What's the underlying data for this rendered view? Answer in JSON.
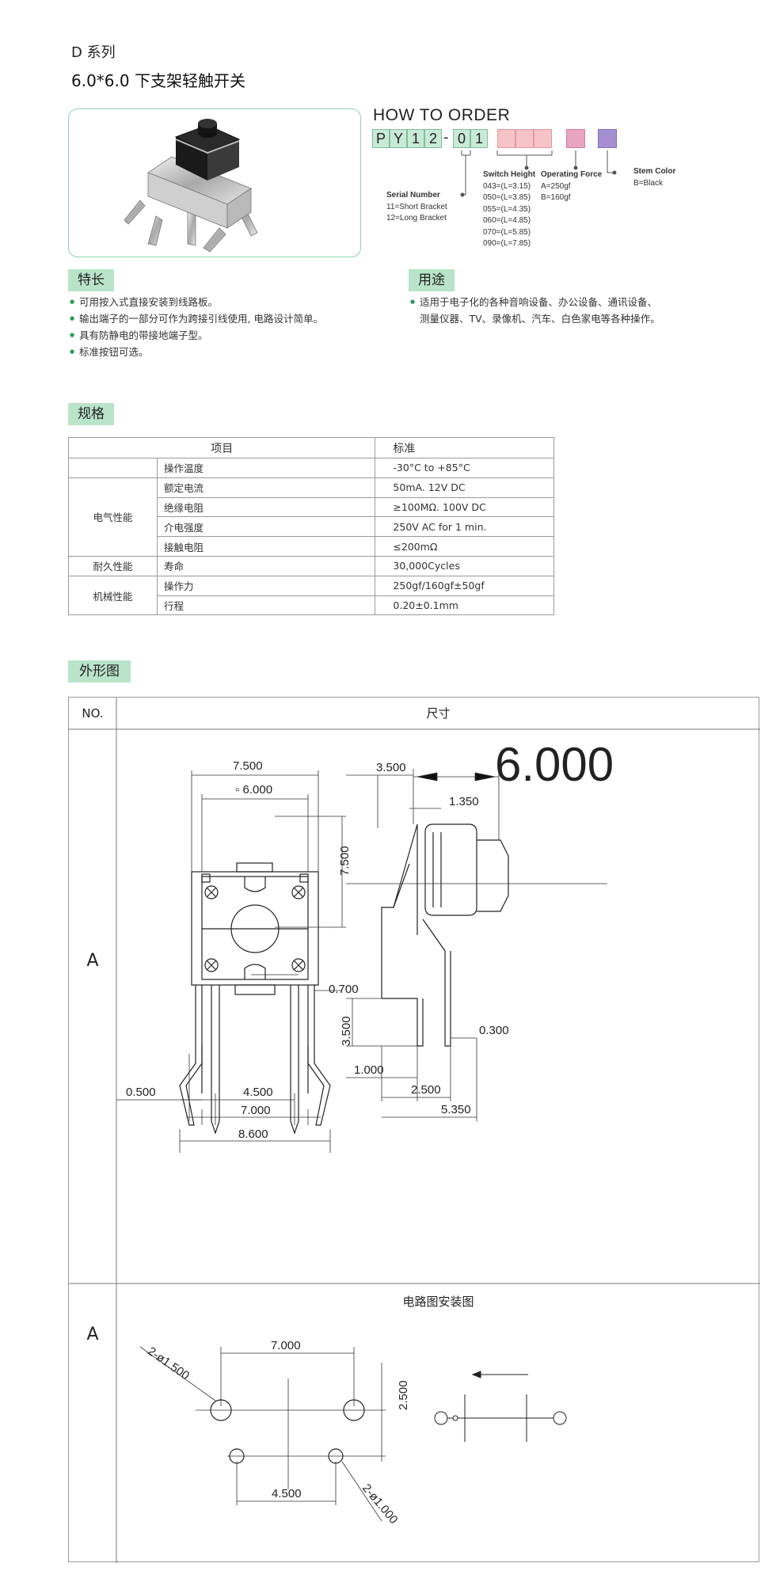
{
  "header": {
    "series": "D 系列",
    "title": "6.0*6.0 下支架轻触开关"
  },
  "order": {
    "heading": "HOW TO ORDER",
    "code": [
      "P",
      "Y",
      "1",
      "2",
      "0",
      "1"
    ],
    "dash": "-",
    "serial_title": "Serial Number",
    "serial_lines": [
      "11=Short Bracket",
      "12=Long Bracket"
    ],
    "height_title": "Switch Height",
    "height_lines": [
      "043=(L=3.15)",
      "050=(L=3.85)",
      "055=(L=4.35)",
      "060=(L=4.85)",
      "070=(L=5.85)",
      "090=(L=7.85)"
    ],
    "force_title": "Operating Force",
    "force_lines": [
      "A=250gf",
      "B=160gf"
    ],
    "stem_title": "Stem Color",
    "stem_lines": [
      "B=Black"
    ]
  },
  "features": {
    "title": "特长",
    "items": [
      "可用按入式直接安装到线路板。",
      "输出端子的一部分可作为跨接引线使用, 电路设计简单。",
      "具有防静电的带接地端子型。",
      "标准按钮可选。"
    ]
  },
  "usage": {
    "title": "用途",
    "items": [
      "适用于电子化的各种音响设备、办公设备、通讯设备、",
      "测量仪器、TV、录像机、汽车、白色家电等各种操作。"
    ]
  },
  "spec": {
    "title": "规格",
    "header": [
      "项目",
      "标准"
    ],
    "rows": [
      {
        "group": "",
        "item": "操作温度",
        "value": "-30°C to +85°C"
      },
      {
        "group": "电气性能",
        "item": "额定电流",
        "value": "50mA. 12V DC"
      },
      {
        "group": "",
        "item": "绝缘电阻",
        "value": "≥100MΩ. 100V DC"
      },
      {
        "group": "",
        "item": "介电强度",
        "value": "250V AC for 1 min."
      },
      {
        "group": "",
        "item": "接触电阻",
        "value": "≤200mΩ"
      },
      {
        "group": "耐久性能",
        "item": "寿命",
        "value": "30,000Cycles"
      },
      {
        "group": "机械性能",
        "item": "操作力",
        "value": "250gf/160gf±50gf"
      },
      {
        "group": "",
        "item": "行程",
        "value": "0.20±0.1mm"
      }
    ]
  },
  "outline": {
    "title": "外形图",
    "col_no": "NO.",
    "col_size": "尺寸",
    "row1_no": "A",
    "row2_no": "A",
    "circuit_title": "电路图安装图",
    "dims_front": [
      "7.500",
      "6.000",
      "7.500",
      "0.700",
      "0.500",
      "4.500",
      "7.000",
      "8.600"
    ],
    "dims_side": [
      "6.000",
      "3.500",
      "1.350",
      "3.500",
      "0.300",
      "1.000",
      "2.500",
      "5.350"
    ],
    "dims_pcb": [
      "2-ø1.500",
      "7.000",
      "2.500",
      "4.500",
      "2-ø1.000"
    ]
  }
}
